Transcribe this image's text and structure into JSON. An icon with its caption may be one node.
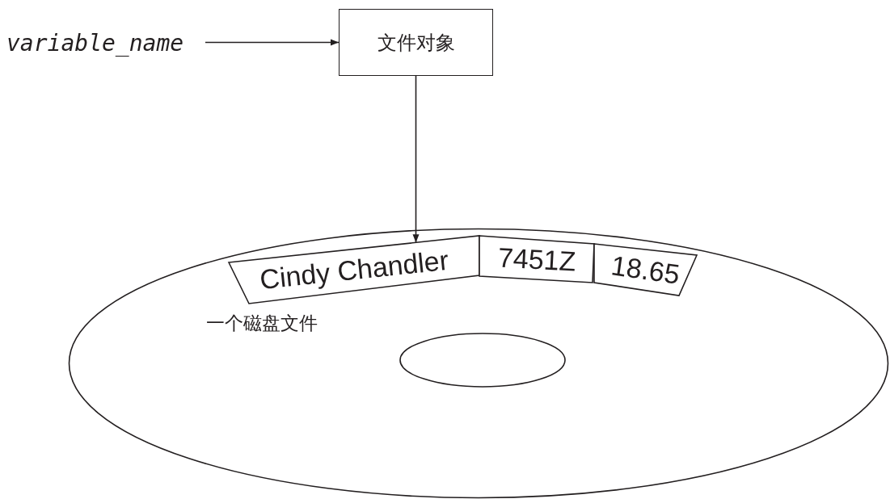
{
  "diagram": {
    "nodes": [
      {
        "text": [
          "variable_name"
        ]
      },
      {
        "text": [
          "文件对象"
        ]
      },
      {
        "text": [
          "一个磁盘文件"
        ]
      },
      {
        "text": [
          "Cindy Chandler"
        ],
        "in": 2
      },
      {
        "text": [
          "7451Z"
        ],
        "in": 2
      },
      {
        "text": [
          "18.65"
        ],
        "in": 2
      }
    ],
    "edges": [
      {
        "from": 0,
        "to": 1,
        "arrow": "to"
      },
      {
        "from": 1,
        "to": 3,
        "arrow": "to"
      }
    ]
  }
}
